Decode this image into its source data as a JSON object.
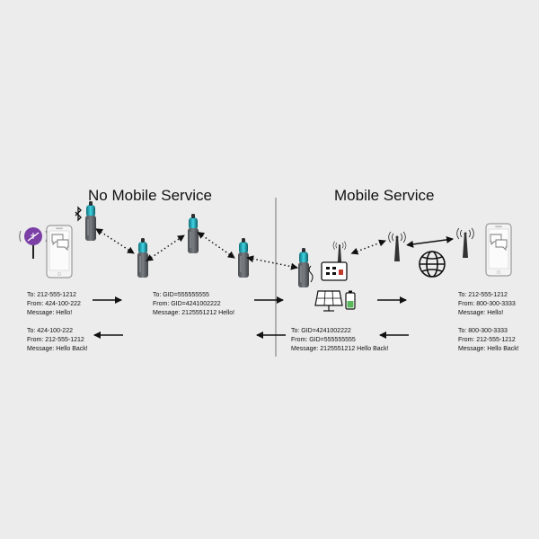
{
  "headings": {
    "left": "No Mobile Service",
    "right": "Mobile Service"
  },
  "messages": {
    "phone_out": {
      "to": "To: 212-555-1212",
      "from": "From: 424-100-222",
      "message": "Message: Hello!"
    },
    "phone_in": {
      "to": "To: 424-100-222",
      "from": "From: 212-555-1212",
      "message": "Message: Hello Back!"
    },
    "mesh_out": {
      "to": "To: GID=555555555",
      "from": "From: GID=4241002222",
      "message": "Message: 2125551212 Hello!"
    },
    "gateway_in": {
      "to": "To: GID=4241002222",
      "from": "From: GID=555555555",
      "message": "Message: 2125551212 Hello Back!"
    },
    "carrier_out": {
      "to": "To: 212-555-1212",
      "from": "From: 800-300-3333",
      "message": "Message: Hello!"
    },
    "carrier_in": {
      "to": "To: 800-300-3333",
      "from": "From: 212-555-1212",
      "message": "Message: Hello Back!"
    }
  },
  "colors": {
    "background": "#ececec",
    "node_body": "#5f6266",
    "node_accent": "#1fb7c9",
    "no_service_badge": "#7b3fa6",
    "divider": "#b0b0b0"
  },
  "icons": [
    "no-signal-icon",
    "phone-icon",
    "bluetooth-icon",
    "mesh-node-icon",
    "cell-tower-icon",
    "globe-icon",
    "gateway-router-icon",
    "solar-panel-icon",
    "battery-icon",
    "antenna-icon"
  ]
}
